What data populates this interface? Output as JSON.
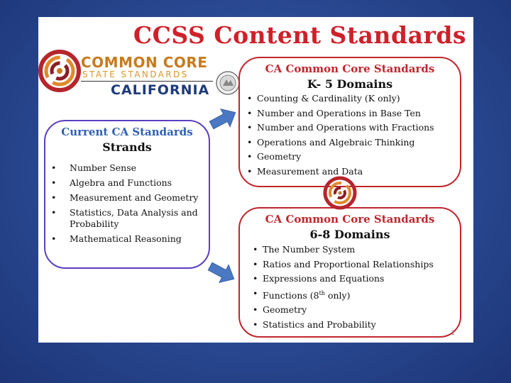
{
  "title": "CCSS Content Standards",
  "logo": {
    "line1": "COMMON CORE",
    "line2": "STATE STANDARDS",
    "line3": "CALIFORNIA"
  },
  "left_box": {
    "heading": "Current CA Standards",
    "subheading": "Strands",
    "items": [
      "Number Sense",
      "Algebra and Functions",
      "Measurement and Geometry",
      "Statistics, Data Analysis and Probability",
      "Mathematical Reasoning"
    ]
  },
  "k5_box": {
    "heading": "CA Common Core Standards",
    "subheading": "K- 5 Domains",
    "items": [
      "Counting & Cardinality (K only)",
      "Number and Operations in Base Ten",
      "Number and Operations with Fractions",
      "Operations and Algebraic Thinking",
      "Geometry",
      "Measurement and Data"
    ]
  },
  "g68_box": {
    "heading": "CA Common Core Standards",
    "subheading": "6-8 Domains",
    "items": [
      "The Number System",
      "Ratios and Proportional Relationships",
      "Expressions and Equations",
      "Functions (8",
      "Geometry",
      "Statistics and Probability"
    ],
    "functions_sup": "th",
    "functions_tail": " only)"
  },
  "page_number": "1",
  "colors": {
    "title_red": "#d0202a",
    "box_red": "#c0262e",
    "box_purple": "#5a3fc0",
    "heading_blue": "#2f5fb0",
    "arrow_blue": "#4a78c2"
  },
  "icons": {
    "logo": "common-core-swirl-icon",
    "seal": "california-seal-icon",
    "arrow": "arrow-right-icon"
  }
}
